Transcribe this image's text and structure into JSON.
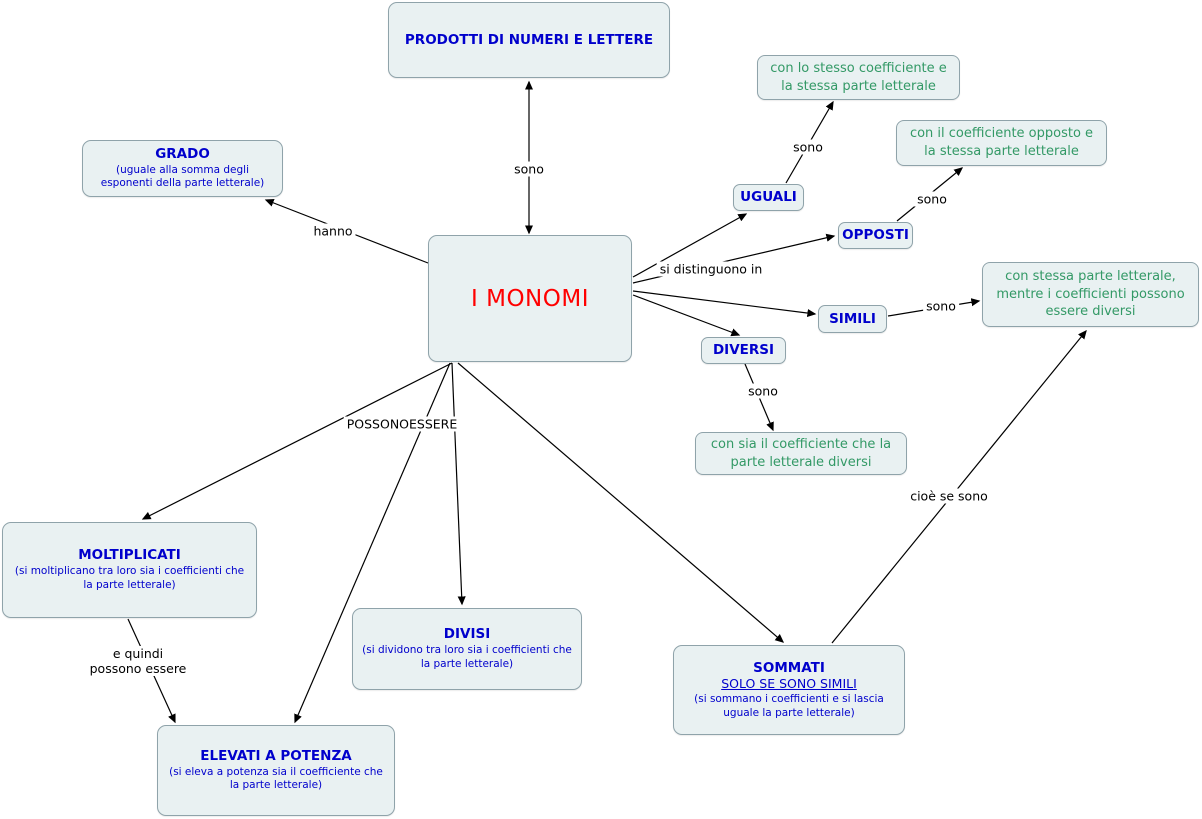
{
  "diagram": {
    "type": "concept-map",
    "language": "it",
    "colors": {
      "canvas_bg": "#ffffff",
      "node_bg": "#e9f1f2",
      "node_border": "#8fa3aa",
      "title_blue": "#0000cc",
      "text_green": "#339966",
      "main_red": "#ff0000",
      "line_black": "#000000"
    },
    "nodes": {
      "prodotti": {
        "title": "PRODOTTI DI NUMERI E LETTERE"
      },
      "monomi": {
        "title": "I MONOMI"
      },
      "grado": {
        "title": "GRADO",
        "subtitle": "(uguale alla somma degli esponenti della parte letterale)"
      },
      "uguali": {
        "title": "UGUALI"
      },
      "opposti": {
        "title": "OPPOSTI"
      },
      "simili": {
        "title": "SIMILI"
      },
      "diversi": {
        "title": "DIVERSI"
      },
      "uguali_desc": {
        "text": "con lo stesso coefficiente e la stessa parte letterale"
      },
      "opposti_desc": {
        "text": "con il coefficiente opposto e la stessa parte letterale"
      },
      "simili_desc": {
        "text": "con stessa parte letterale, mentre i coefficienti possono essere diversi"
      },
      "diversi_desc": {
        "text": "con sia il coefficiente che la parte letterale diversi"
      },
      "moltiplicati": {
        "title": "MOLTIPLICATI",
        "subtitle": "(si moltiplicano tra loro sia i coefficienti che la parte letterale)"
      },
      "divisi": {
        "title": "DIVISI",
        "subtitle": "(si dividono tra loro sia i coefficienti che la parte letterale)"
      },
      "elevati": {
        "title": "ELEVATI A POTENZA",
        "subtitle": "(si eleva a potenza sia il coefficiente che la parte letterale)"
      },
      "sommati": {
        "title": "SOMMATI",
        "condition": "SOLO SE SONO SIMILI",
        "subtitle": "(si sommano i coefficienti e si lascia uguale la parte letterale)"
      }
    },
    "edge_labels": {
      "sono_prodotti": "sono",
      "hanno": "hanno",
      "si_distinguono_in": "si distinguono in",
      "sono_uguali": "sono",
      "sono_opposti": "sono",
      "sono_simili": "sono",
      "sono_diversi": "sono",
      "possono_essere": "POSSONOESSERE",
      "e_quindi_possono_essere": "e quindi\npossono essere",
      "cioe_se_sono": "cioè se sono"
    }
  }
}
